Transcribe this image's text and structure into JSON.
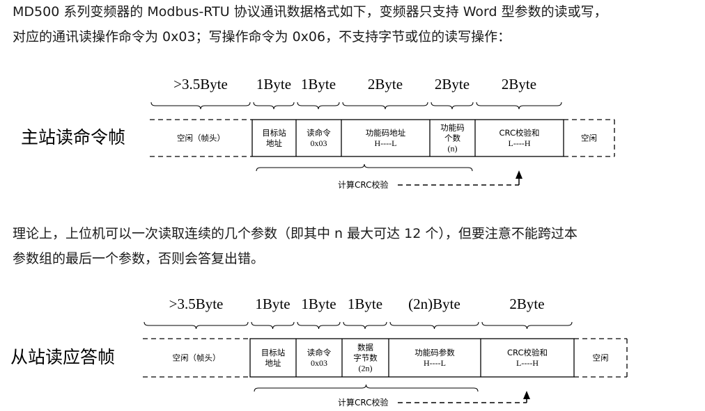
{
  "intro": {
    "line1": "MD500 系列变频器的 Modbus-RTU 协议通讯数据格式如下，变频器只支持 Word 型参数的读或写，",
    "line2": "对应的通讯读操作命令为 0x03；写操作命令为 0x06，不支持字节或位的读写操作："
  },
  "middle": {
    "line1": "理论上，上位机可以一次读取连续的几个参数（即其中 n 最大可达 12 个），但要注意不能跨过本",
    "line2": "参数组的最后一个参数，否则会答复出错。"
  },
  "diagrams": [
    {
      "label": "主站读命令帧",
      "sizes": [
        ">3.5Byte",
        "1Byte",
        "1Byte",
        "2Byte",
        "2Byte",
        "2Byte"
      ],
      "cells": [
        [
          "空闲（帧头）"
        ],
        [
          "目标站",
          "地址"
        ],
        [
          "读命令",
          "0x03"
        ],
        [
          "功能码地址",
          "H----L"
        ],
        [
          "功能码",
          "个数",
          "(n)"
        ],
        [
          "CRC校验和",
          "L----H"
        ],
        [
          "空闲"
        ]
      ],
      "crc_note": "计算CRC校验"
    },
    {
      "label": "从站读应答帧",
      "sizes": [
        ">3.5Byte",
        "1Byte",
        "1Byte",
        "1Byte",
        "(2n)Byte",
        "2Byte"
      ],
      "cells": [
        [
          "空闲（帧头）"
        ],
        [
          "目标站",
          "地址"
        ],
        [
          "读命令",
          "0x03"
        ],
        [
          "数据",
          "字节数",
          "(2n)"
        ],
        [
          "功能码参数",
          "H----L"
        ],
        [
          "CRC校验和",
          "L----H"
        ],
        [
          "空闲"
        ]
      ],
      "crc_note": "计算CRC校验"
    }
  ]
}
